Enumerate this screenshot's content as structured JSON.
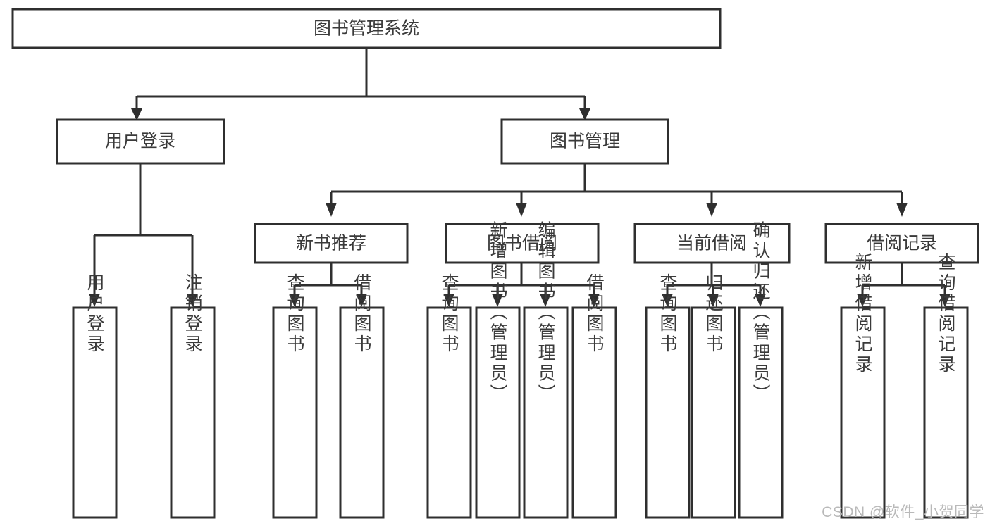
{
  "diagram": {
    "title": "图书管理系统",
    "type": "hierarchy-tree",
    "colors": {
      "background": "#ffffff",
      "box_stroke": "#2f2f2f",
      "box_fill": "#ffffff",
      "text": "#3a3a3a",
      "watermark": "#b9b9b9"
    },
    "root": {
      "label": "图书管理系统"
    },
    "level1": [
      {
        "label": "用户登录"
      },
      {
        "label": "图书管理"
      }
    ],
    "level2": [
      {
        "label": "新书推荐"
      },
      {
        "label": "图书借阅"
      },
      {
        "label": "当前借阅"
      },
      {
        "label": "借阅记录"
      }
    ],
    "leaves": {
      "user_login": [
        {
          "label": "用户登录"
        },
        {
          "label": "注销登录"
        }
      ],
      "new_book_recommend": [
        {
          "label": "查询图书"
        },
        {
          "label": "借阅图书"
        }
      ],
      "book_borrow": [
        {
          "label": "查询图书"
        },
        {
          "label": "新增图书（管理员）"
        },
        {
          "label": "编辑图书（管理员）"
        },
        {
          "label": "借阅图书"
        }
      ],
      "current_borrow": [
        {
          "label": "查询图书"
        },
        {
          "label": "归还图书"
        },
        {
          "label": "确认归还（管理员）"
        }
      ],
      "borrow_record": [
        {
          "label": "新增借阅记录"
        },
        {
          "label": "查询借阅记录"
        }
      ]
    }
  },
  "watermark": {
    "text": "CSDN @软件_小贺同学"
  }
}
